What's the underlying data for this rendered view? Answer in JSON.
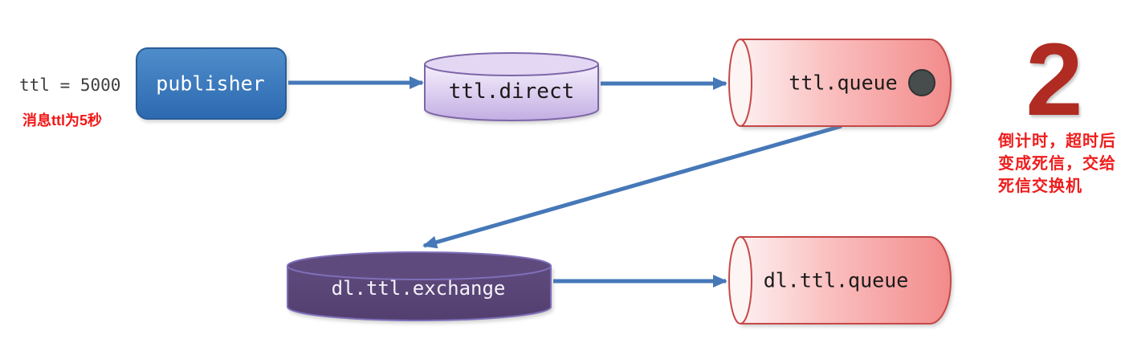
{
  "diagram": {
    "left_note": {
      "code": "ttl = 5000",
      "caption": "消息ttl为5秒"
    },
    "nodes": {
      "publisher": {
        "label": "publisher"
      },
      "ttl_direct": {
        "label": "ttl.direct"
      },
      "ttl_queue": {
        "label": "ttl.queue"
      },
      "dl_ttl_exchange": {
        "label": "dl.ttl.exchange"
      },
      "dl_ttl_queue": {
        "label": "dl.ttl.queue"
      }
    },
    "step": {
      "number": "2",
      "note_lines": {
        "0": "倒计时，超时后",
        "1": "变成死信，交给",
        "2": "死信交换机"
      }
    },
    "colors": {
      "arrow": "#4678b8",
      "publisher_fill_top": "#4f8dcb",
      "publisher_fill_bottom": "#2c69b0",
      "publisher_border": "#2a5d99",
      "direct_exchange_fill": "#d9c8f0",
      "direct_exchange_border": "#7d66a8",
      "queue_fill": "#f8b2b2",
      "queue_border": "#c64848",
      "dl_exchange_fill": "#5a4577",
      "dl_exchange_border": "#7f6fb9",
      "message_dot": "#474c4c",
      "code_text": "#3f3f3f",
      "note_red": "#ee1d1d",
      "step_red": "#b02b22"
    }
  }
}
